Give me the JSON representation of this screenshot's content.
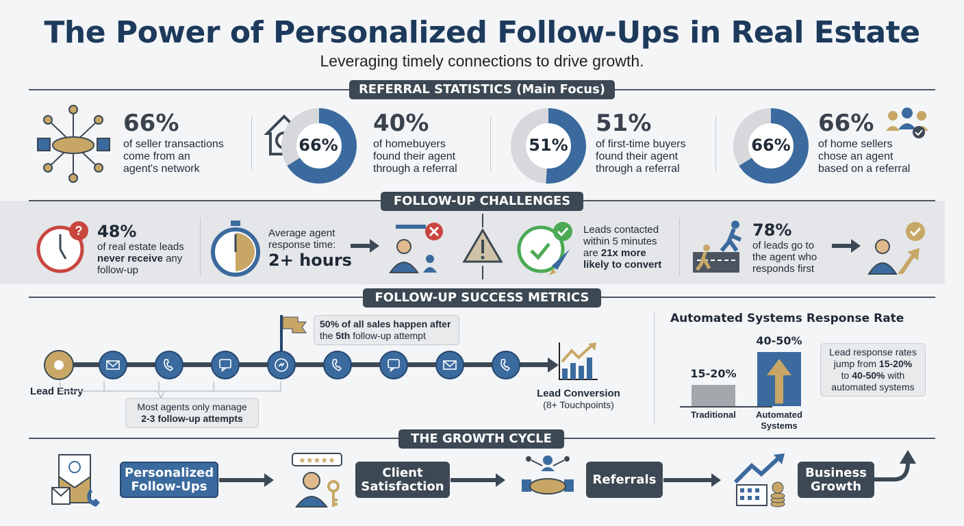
{
  "header": {
    "title": "The Power of Personalized Follow-Ups in Real Estate",
    "subtitle": "Leveraging timely connections to drive growth."
  },
  "referral": {
    "section_label": "REFERRAL STATISTICS (Main Focus)",
    "items": [
      {
        "value": "66%",
        "text": [
          "of seller transactions",
          "come from an",
          "agent's network"
        ]
      },
      {
        "donut_label": "66%",
        "donut_fraction": 0.66,
        "value": "40%",
        "text": [
          "of homebuyers",
          "found their agent",
          "through a referral"
        ]
      },
      {
        "donut_label": "51%",
        "donut_fraction": 0.51,
        "value": "51%",
        "text": [
          "of first-time buyers",
          "found their agent",
          "through a referral"
        ]
      },
      {
        "donut_label": "66%",
        "donut_fraction": 0.66,
        "value": "66%",
        "text": [
          "of home sellers",
          "chose an agent",
          "based on a referral"
        ]
      }
    ]
  },
  "challenges": {
    "section_label": "FOLLOW-UP CHALLENGES",
    "item1": {
      "value": "48%",
      "line1": "of real estate leads",
      "line2_bold": "never receive",
      "line2_rest": " any",
      "line3": "follow-up"
    },
    "item2": {
      "line1": "Average agent",
      "line2": "response time:",
      "value": "2+ hours"
    },
    "item3": {
      "line1": "Leads contacted",
      "line2": "within 5 minutes",
      "line3_pre": "are ",
      "line3_bold": "21x more",
      "line4": "likely to convert"
    },
    "item4": {
      "value": "78%",
      "line1": "of leads go to",
      "line2": "the agent who",
      "line3": "responds first"
    }
  },
  "success": {
    "section_label": "FOLLOW-UP SUCCESS METRICS",
    "lead_entry": "Lead Entry",
    "flag_note": {
      "line1": "50% of all sales happen after",
      "line2_pre": "the ",
      "line2_bold": "5th",
      "line2_rest": " follow-up attempt"
    },
    "agents_note": {
      "line1": "Most agents only manage",
      "line2": "2-3 follow-up attempts"
    },
    "conversion": {
      "title": "Lead Conversion",
      "sub": "(8+ Touchpoints)"
    },
    "touchpoints": [
      "mail",
      "phone",
      "chat",
      "messenger",
      "phone",
      "chat",
      "mail",
      "phone"
    ]
  },
  "chart_data": {
    "type": "bar",
    "title": "Automated Systems Response Rate",
    "categories": [
      "Traditional",
      "Automated Systems"
    ],
    "values": [
      17.5,
      45
    ],
    "labels": [
      "15-20%",
      "40-50%"
    ],
    "ylabel": "",
    "xlabel": "",
    "ylim": [
      0,
      50
    ],
    "note": {
      "line1": "Lead response rates",
      "line2_pre": "jump from ",
      "line2_bold": "15-20%",
      "line3_pre": "to ",
      "line3_bold": "40-50%",
      "line3_rest": " with",
      "line4": "automated systems"
    }
  },
  "growth": {
    "section_label": "THE GROWTH CYCLE",
    "steps": [
      "Personalized Follow-Ups",
      "Client Satisfaction",
      "Referrals",
      "Business Growth"
    ]
  },
  "colors": {
    "navy": "#1d3a5c",
    "blue": "#3b6a9e",
    "gold": "#c8a766",
    "dark": "#3c4853",
    "red": "#c9463f",
    "green": "#4caa55"
  }
}
